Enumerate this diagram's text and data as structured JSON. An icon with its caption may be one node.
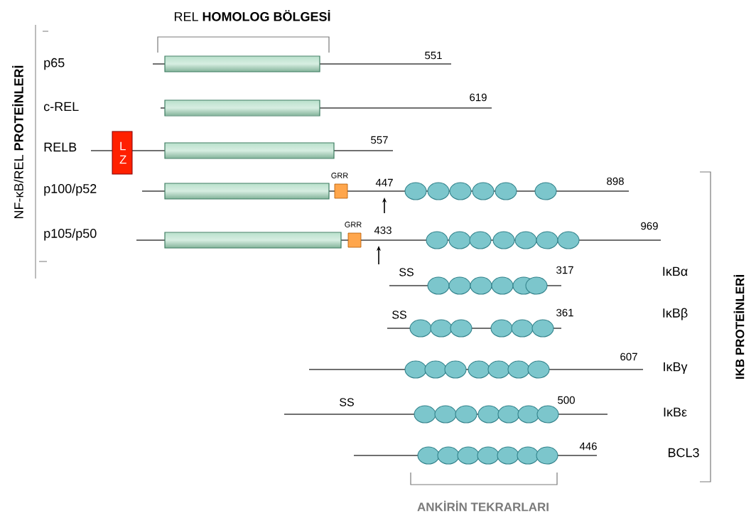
{
  "diagram": {
    "nodes": [
      {
        "text": [
          "L Z"
        ]
      }
    ],
    "edges": [],
    "labels": [
      "REL **HOMOLOG BÖLGESİ**",
      "NF-κB/REL **PROTEİNLERİ**",
      "p65",
      "551",
      "c-REL",
      "619",
      "RELB",
      "557",
      "p100/p52",
      "GRR",
      "447",
      "898",
      "p105/p50",
      "GRR",
      "433",
      "969",
      "SS",
      "317",
      "IκBα",
      "SS",
      "361",
      "IκBβ",
      "607",
      "IκBγ",
      "SS",
      "500",
      "IκBε",
      "446",
      "BCL3",
      "IKB PROTEİNLERİ",
      "ANKİRİN TEKRARLARI"
    ]
  }
}
